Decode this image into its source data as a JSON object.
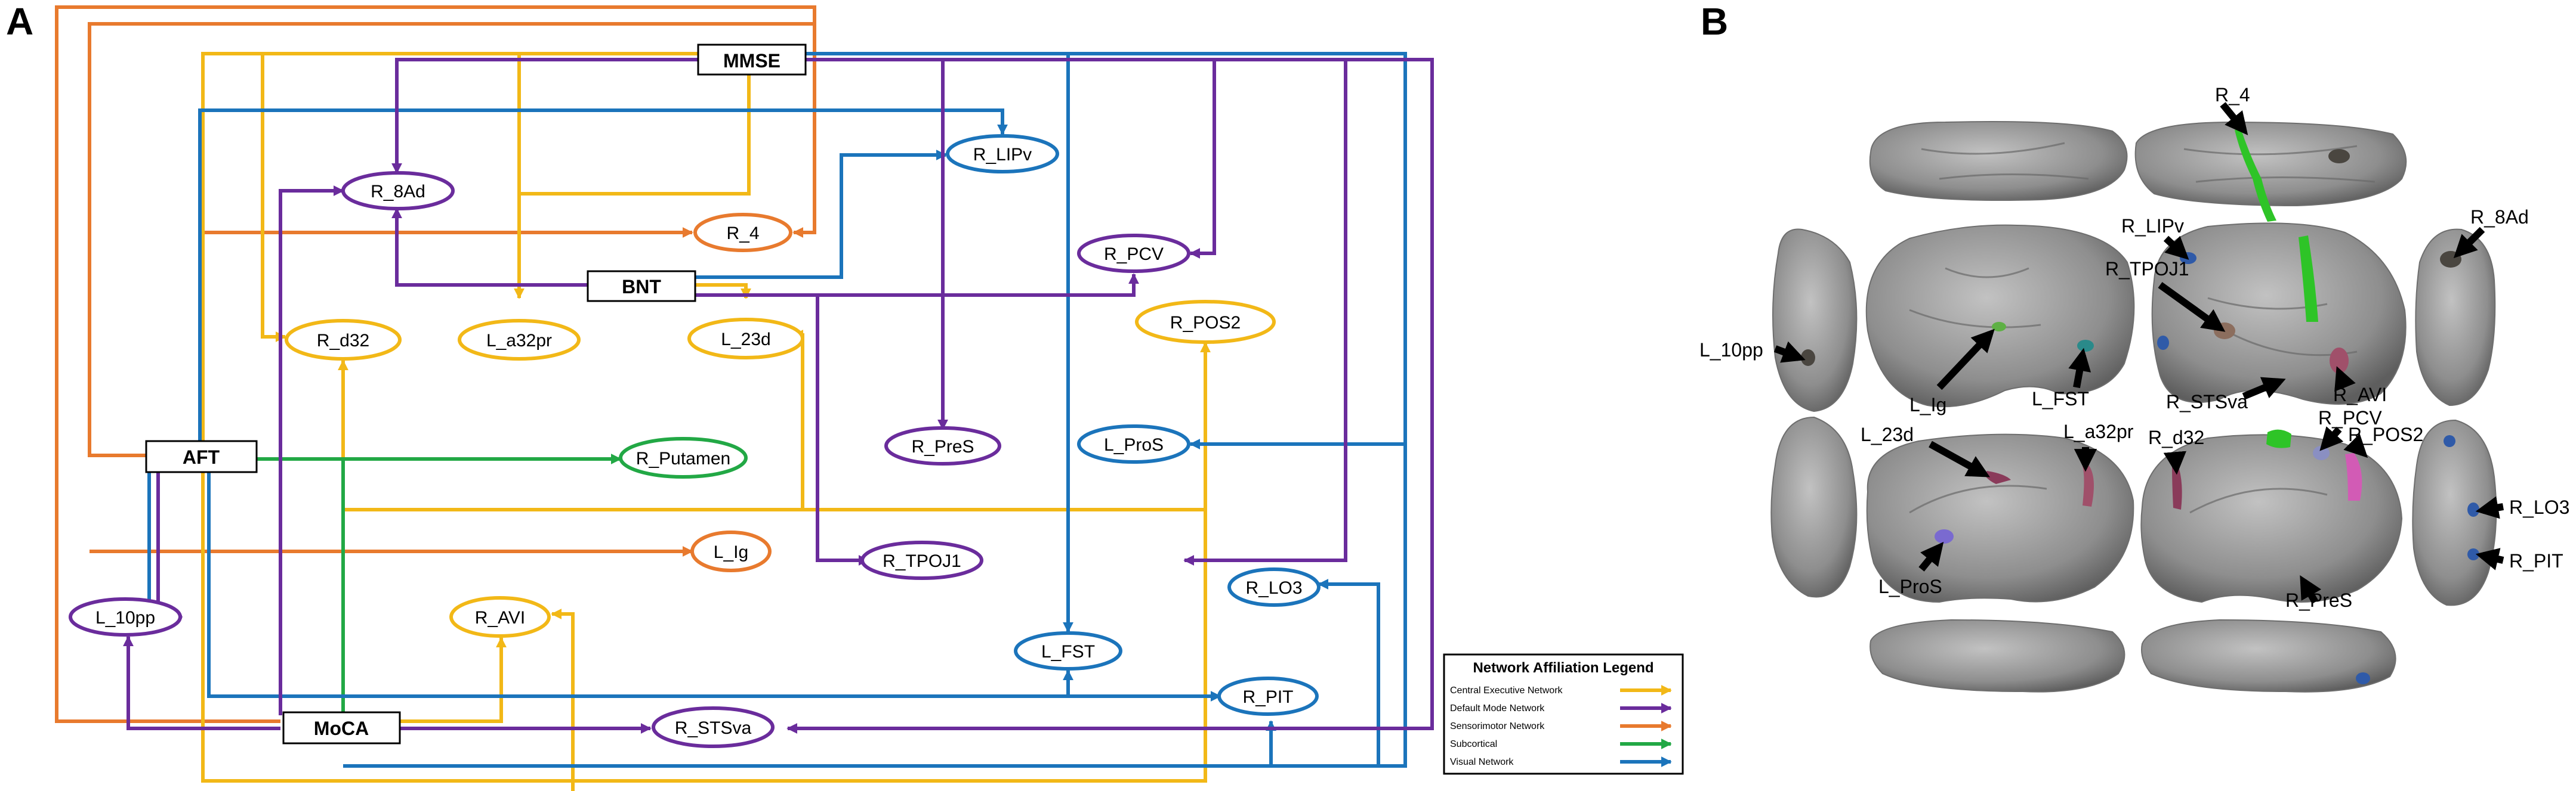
{
  "panel_a": {
    "label": "A",
    "tests": {
      "mmse": "MMSE",
      "bnt": "BNT",
      "aft": "AFT",
      "moca": "MoCA"
    },
    "regions": {
      "r_8ad": "R_8Ad",
      "r_lipv": "R_LIPv",
      "r_4": "R_4",
      "r_pcv": "R_PCV",
      "r_d32": "R_d32",
      "l_a32pr": "L_a32pr",
      "l_23d": "L_23d",
      "r_pos2": "R_POS2",
      "r_putamen": "R_Putamen",
      "r_pres": "R_PreS",
      "l_pros": "L_ProS",
      "l_ig": "L_Ig",
      "r_tpoj1": "R_TPOJ1",
      "r_lo3": "R_LO3",
      "l_10pp": "L_10pp",
      "r_avi": "R_AVI",
      "l_fst": "L_FST",
      "r_pit": "R_PIT",
      "r_stsva": "R_STSva"
    },
    "legend": {
      "title": "Network Affiliation Legend",
      "items": [
        {
          "label": "Central Executive Network",
          "color": "#F2B817"
        },
        {
          "label": "Default Mode Network",
          "color": "#6A2C9C"
        },
        {
          "label": "Sensorimotor Network",
          "color": "#E87A2E"
        },
        {
          "label": "Subcortical",
          "color": "#22A845"
        },
        {
          "label": "Visual Network",
          "color": "#1B74BB"
        }
      ]
    }
  },
  "panel_b": {
    "label": "B",
    "annotations": {
      "r_4": "R_4",
      "r_lipv": "R_LIPv",
      "r_tpoj1": "R_TPOJ1",
      "r_8ad": "R_8Ad",
      "l_10pp": "L_10pp",
      "l_ig": "L_Ig",
      "l_fst": "L_FST",
      "r_stsva": "R_STSva",
      "r_avi": "R_AVI",
      "r_pcv": "R_PCV",
      "r_pos2": "R_POS2",
      "l_23d": "L_23d",
      "l_a32pr": "L_a32pr",
      "r_d32": "R_d32",
      "r_lo3": "R_LO3",
      "r_pit": "R_PIT",
      "l_pros": "L_ProS",
      "r_pres": "R_PreS"
    }
  }
}
